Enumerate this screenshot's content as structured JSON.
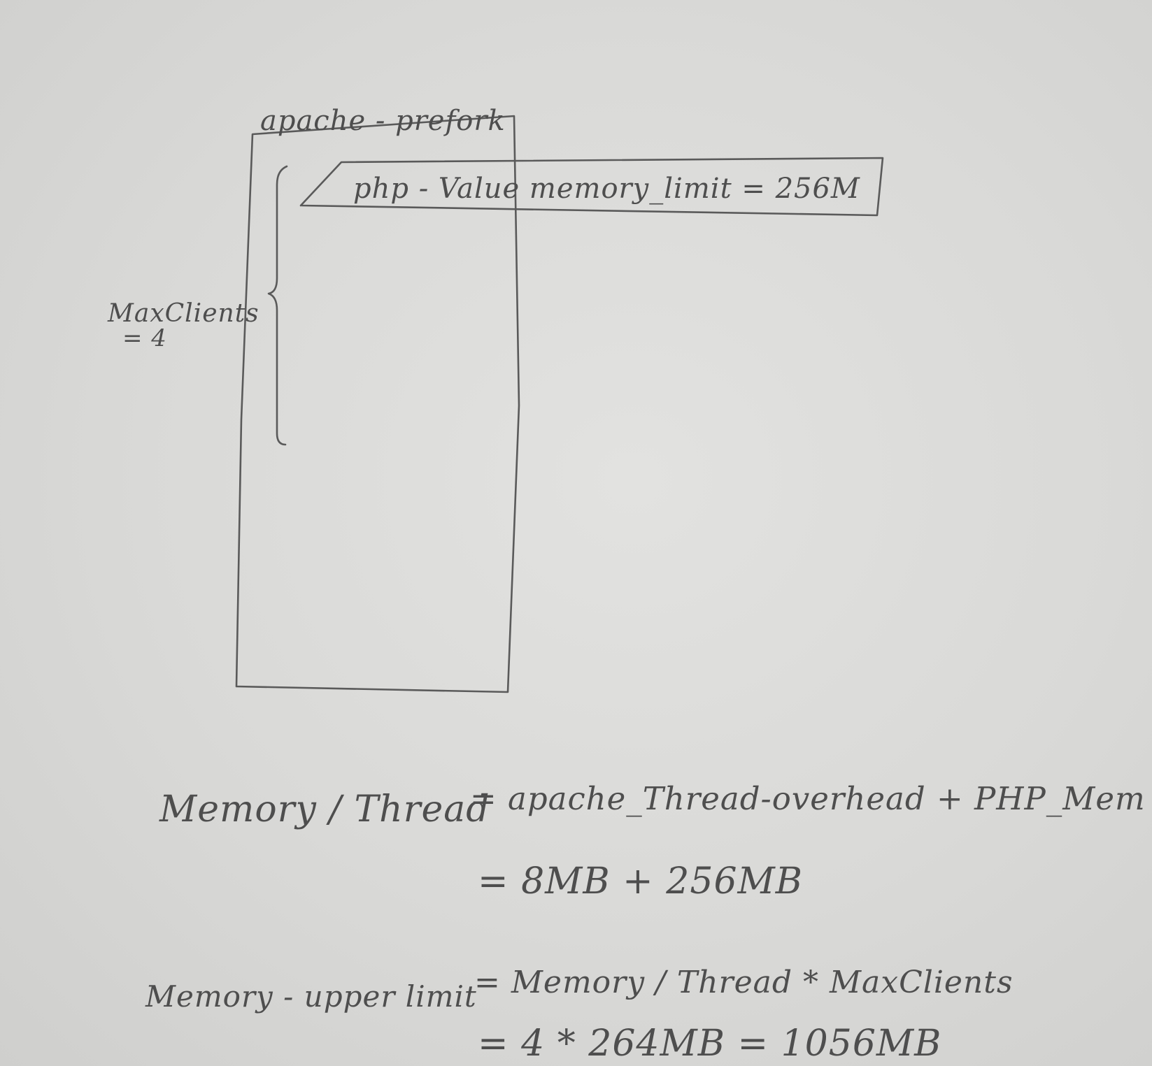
{
  "diagram": {
    "box_label": "apache - prefork",
    "php_value_line": "php - Value memory_limit = 256M",
    "maxclients_label": "MaxClients",
    "maxclients_value": "= 4"
  },
  "formulas": {
    "memory_per_thread": {
      "lhs": "Memory / Thread",
      "rhs": "= apache_Thread-overhead + PHP_Mem",
      "line2": "= 8MB + 256MB"
    },
    "memory_upper_limit": {
      "lhs": "Memory - upper limit",
      "rhs": "= Memory / Thread * MaxClients",
      "line2": "= 4 * 264MB = 1056MB"
    }
  }
}
